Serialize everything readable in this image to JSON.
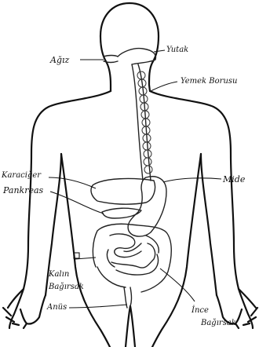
{
  "labels": {
    "agiz": "Ağız",
    "yutak": "Yutak",
    "yemek_borusu": "Yemek Borusu",
    "mide": "Mide",
    "karaciger": "Karaciğer",
    "pankreas": "Pankreas",
    "kalin_bagirsak_line1": "Kalın",
    "kalin_bagirsak_line2": "Bağırsak",
    "anus": "Anüs",
    "ince_bagirsak_line1": "İnce",
    "ince_bagirsak_line2": "Bağırsak"
  },
  "colors": {
    "line": "#111111",
    "background": "#ffffff"
  }
}
